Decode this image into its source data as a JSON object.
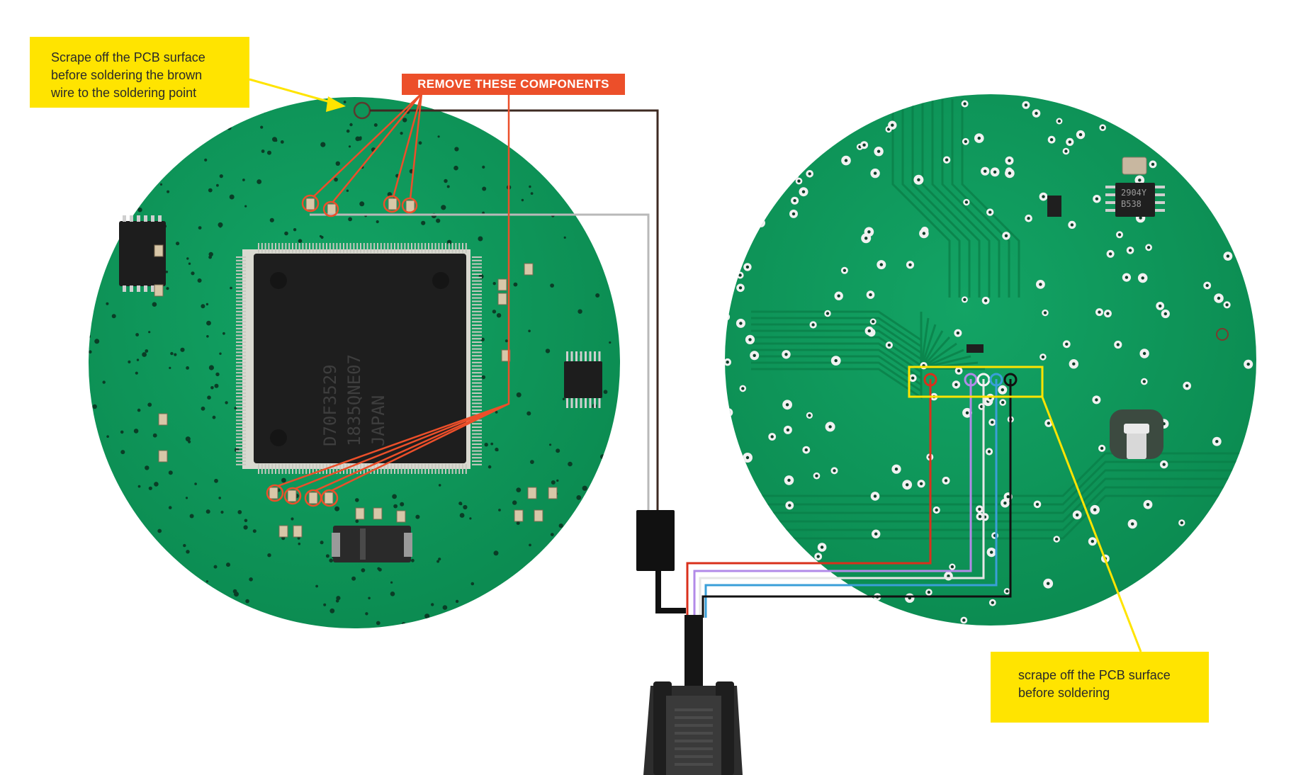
{
  "notes": {
    "left": {
      "lines": [
        "Scrape off the PCB surface",
        "before soldering the brown",
        "wire to the soldering point"
      ]
    },
    "remove_label": "REMOVE THESE COMPONENTS",
    "right": {
      "lines": [
        "scrape off the PCB surface",
        "before soldering"
      ]
    }
  },
  "chip_markings": {
    "main_ic": [
      "D70F3529",
      "1835QNE07",
      "JAPAN"
    ],
    "right_ic": [
      "2904Y",
      "B538"
    ]
  },
  "colors": {
    "pcb_green": "#0f9a5c",
    "callout_yellow": "#ffe400",
    "callout_red": "#ec4f2a",
    "wire_brown": "#3e2a22",
    "wire_gray": "#b9b9b9",
    "wire_red": "#d9301c",
    "wire_purple": "#b28ae8",
    "wire_white": "#e6e6e6",
    "wire_blue": "#3a9fd8",
    "wire_black": "#111111"
  }
}
